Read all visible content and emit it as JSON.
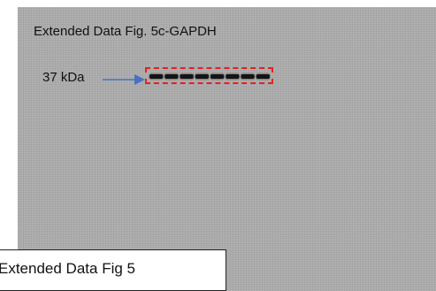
{
  "figure": {
    "title": "Extended Data Fig. 5c-GAPDH",
    "marker_label": "37 kDa",
    "caption": "Extended Data Fig 5",
    "lane_count": 8,
    "colors": {
      "arrow": "#4472c4",
      "highlight_box": "#e8201c",
      "membrane": "#acacac",
      "band": "#141414"
    }
  }
}
